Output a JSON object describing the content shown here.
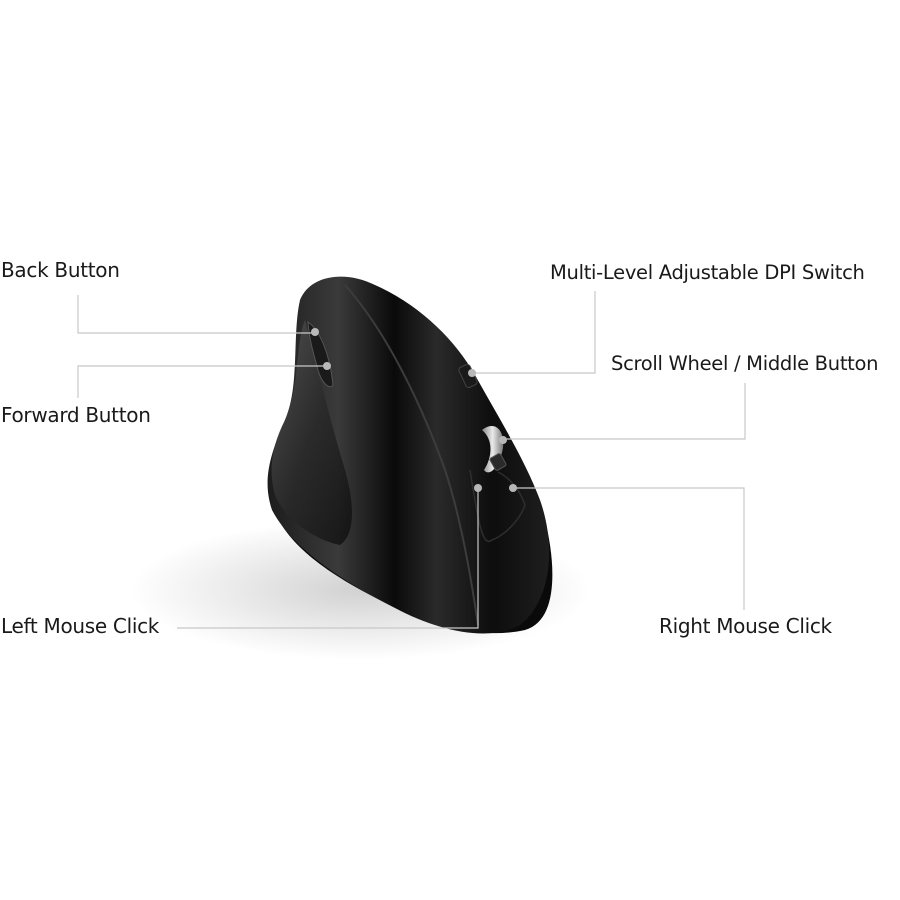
{
  "diagram": {
    "subject": "Vertical ergonomic wireless mouse",
    "colors": {
      "background": "#ffffff",
      "mouse_body": "#111111",
      "leader_line": "#c8c8c8",
      "callout_dot": "#b5b5b5",
      "label_text": "#1a1a1a"
    },
    "callouts": [
      {
        "id": "back",
        "label": "Back Button",
        "side": "left"
      },
      {
        "id": "forward",
        "label": "Forward Button",
        "side": "left"
      },
      {
        "id": "left-click",
        "label": "Left Mouse Click",
        "side": "left"
      },
      {
        "id": "dpi",
        "label": "Multi-Level Adjustable DPI Switch",
        "side": "right"
      },
      {
        "id": "scroll",
        "label": "Scroll Wheel / Middle Button",
        "side": "right"
      },
      {
        "id": "right-click",
        "label": "Right Mouse Click",
        "side": "right"
      }
    ]
  }
}
